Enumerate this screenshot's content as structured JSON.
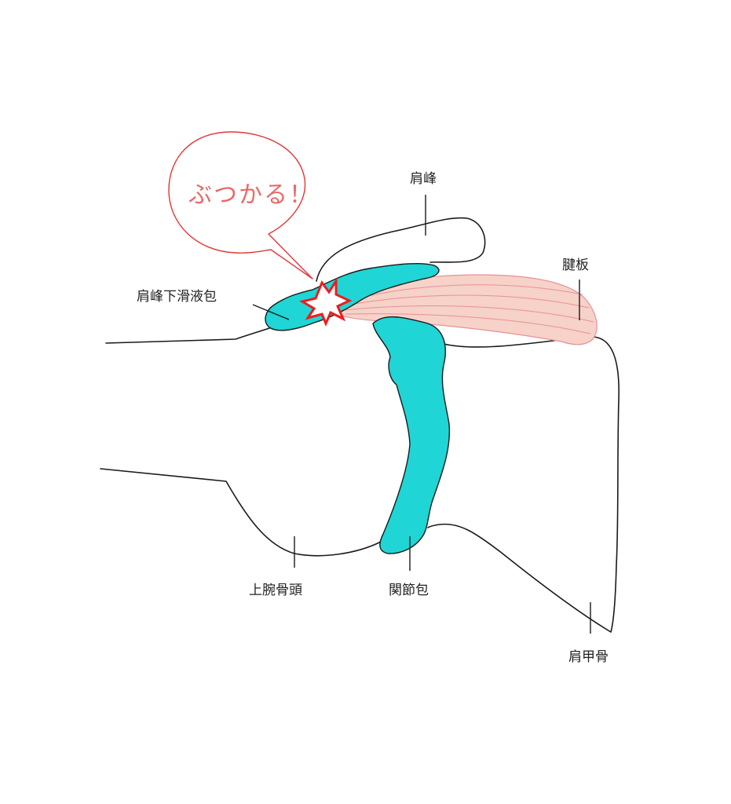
{
  "callout": {
    "text": "ぶつかる！"
  },
  "labels": {
    "acromion": "肩峰",
    "subacromial_bursa": "肩峰下滑液包",
    "tendon_plate": "腱板",
    "humeral_head": "上腕骨頭",
    "joint_capsule": "関節包",
    "scapula": "肩甲骨"
  },
  "colors": {
    "bursa_capsule": "#1fd5d5",
    "tendon_fill": "#f6d2c8",
    "tendon_fibers": "#e8909a",
    "callout_stroke": "#e03838",
    "callout_text": "#e86a6a",
    "impact_star": "#ee1c1c",
    "outline": "#1a1a1a"
  },
  "icons": {
    "impact": "collision-star-icon"
  }
}
